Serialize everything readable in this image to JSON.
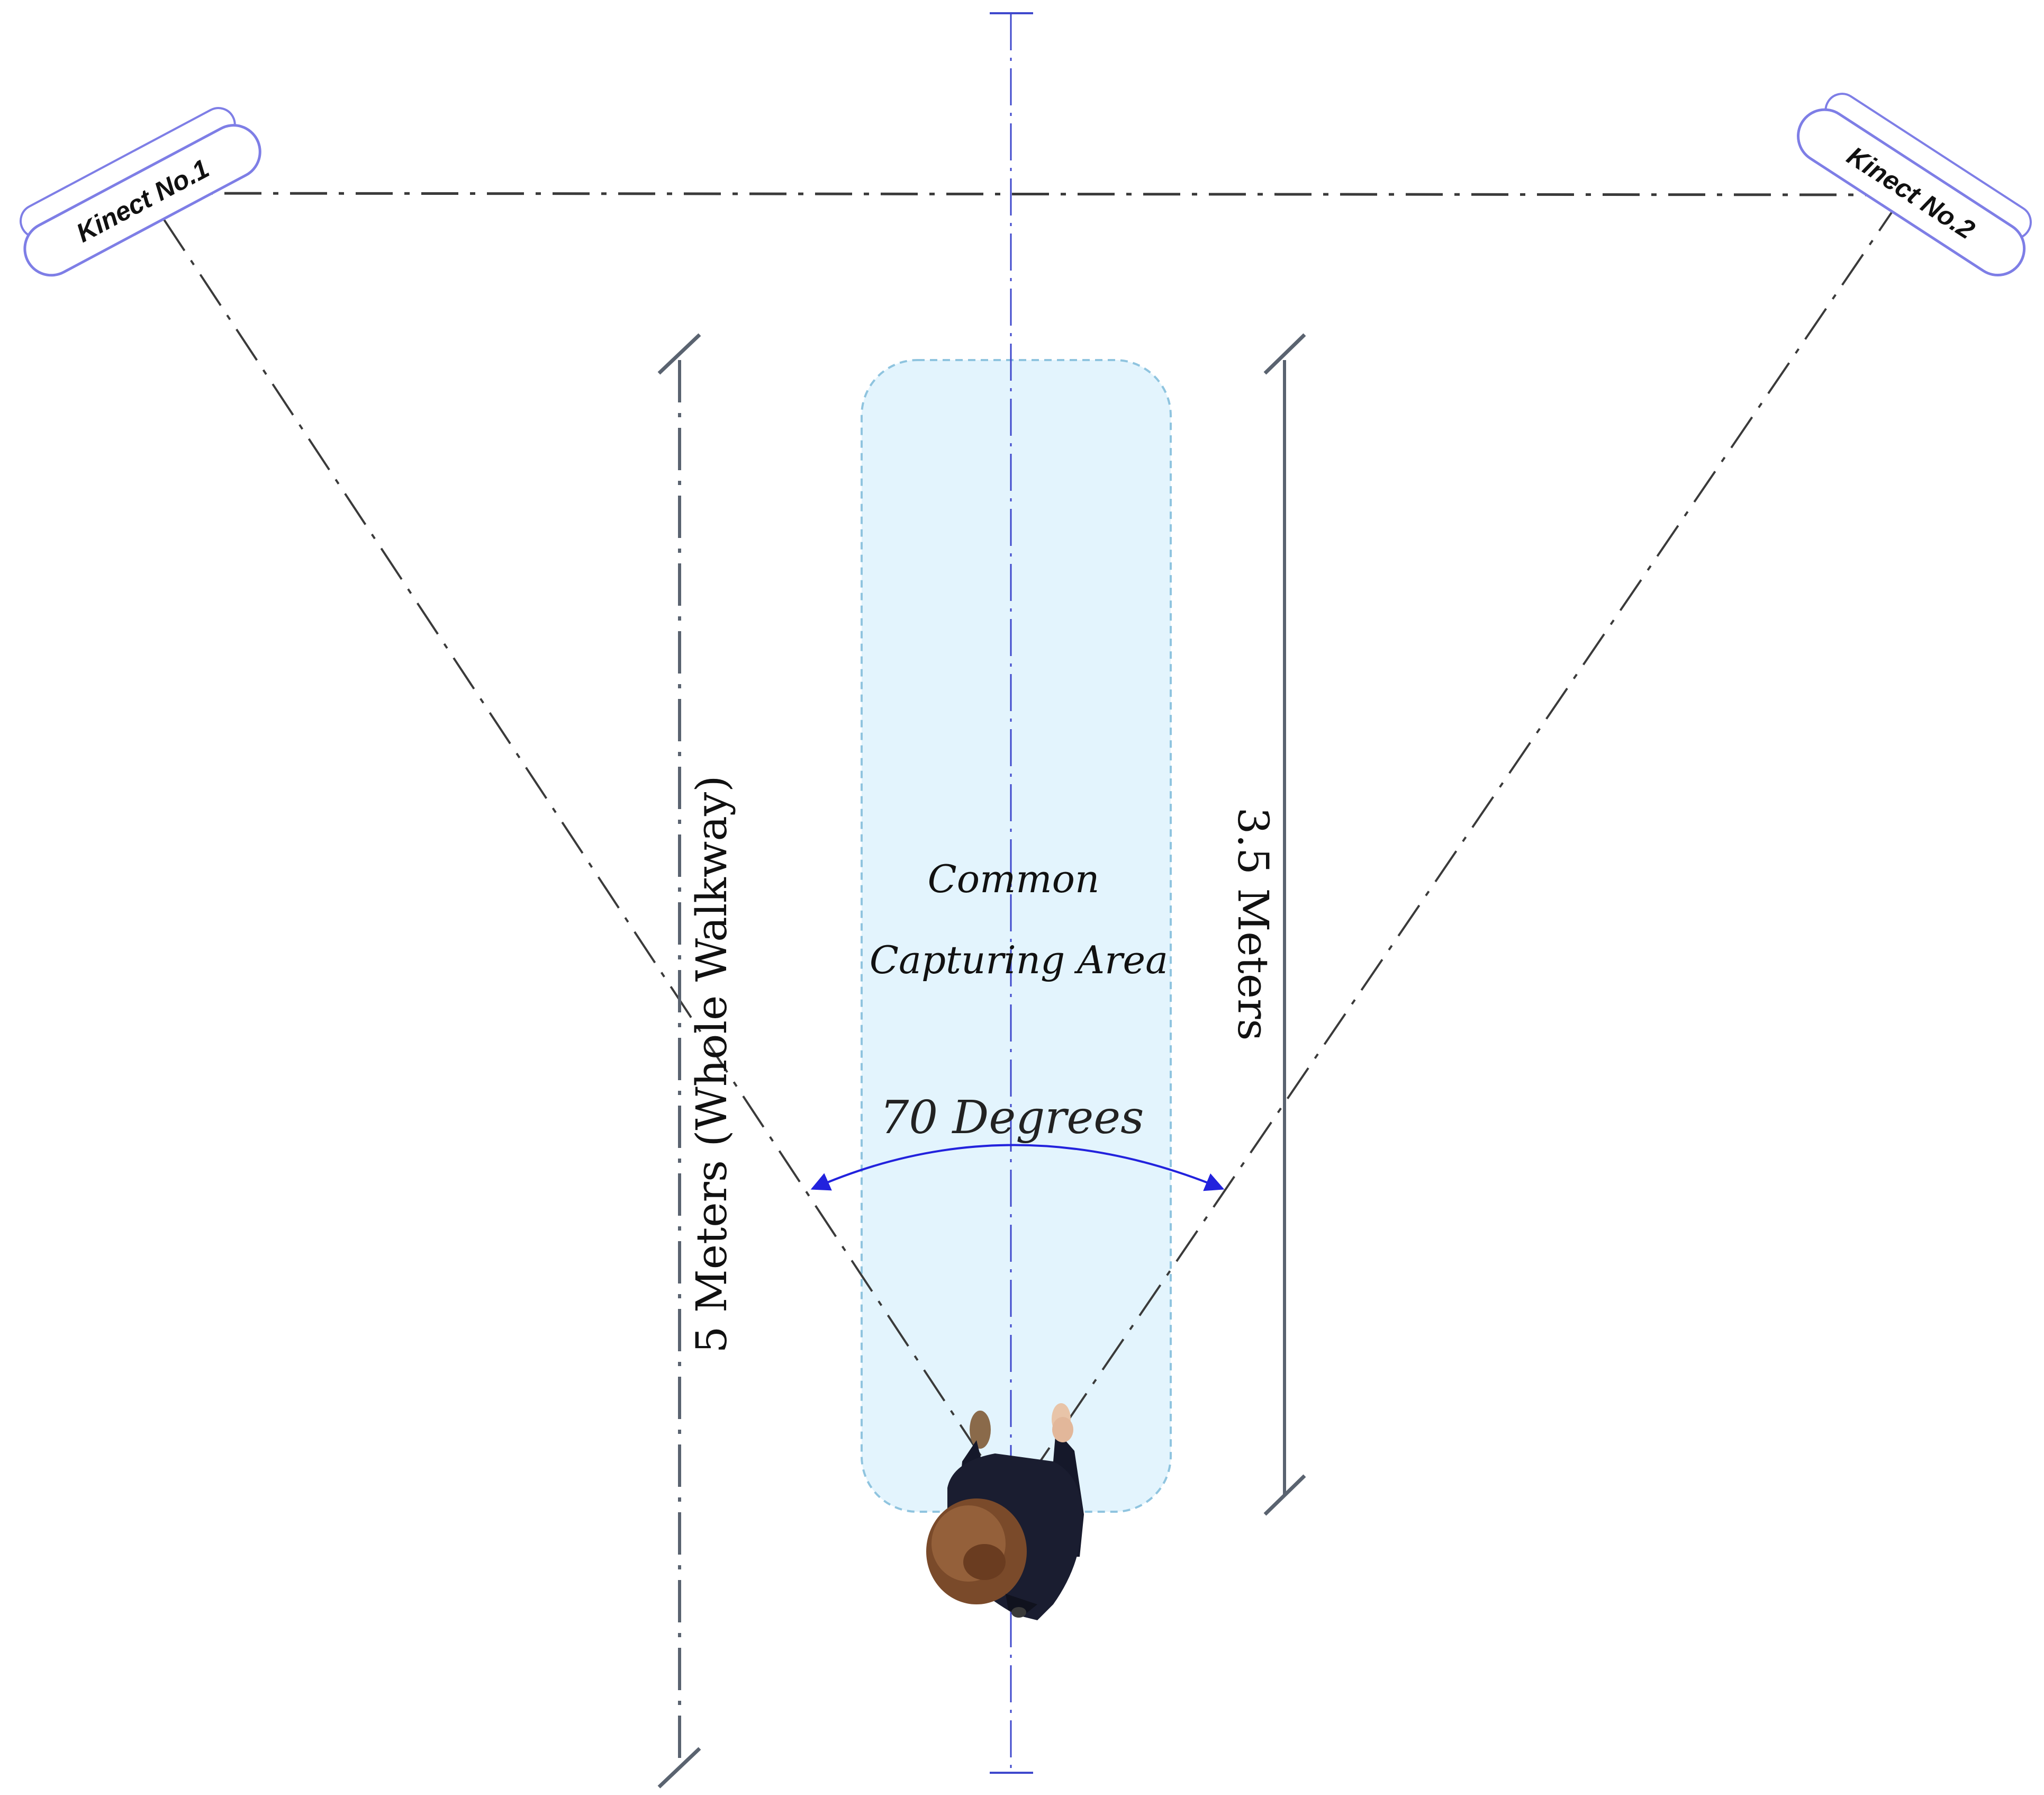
{
  "sensors": [
    {
      "label": "Kinect No.1"
    },
    {
      "label": "Kinect No.2"
    }
  ],
  "area": {
    "line1": "Common",
    "line2": "Capturing Area",
    "fill": "#e3f4fd",
    "border": "#8fc4df"
  },
  "angle": {
    "label": "70 Degrees",
    "color": "#2222dd"
  },
  "dimensions": {
    "walkway": "5 Meters (Whole Walkway)",
    "capture": "3.5 Meters"
  },
  "colors": {
    "line": "#3a3a3a",
    "dimension": "#5a6370",
    "axis": "#3f48cc",
    "sensor_outline": "#7e7ee6"
  },
  "icons": {
    "person": "person-walking-top-view-icon"
  }
}
